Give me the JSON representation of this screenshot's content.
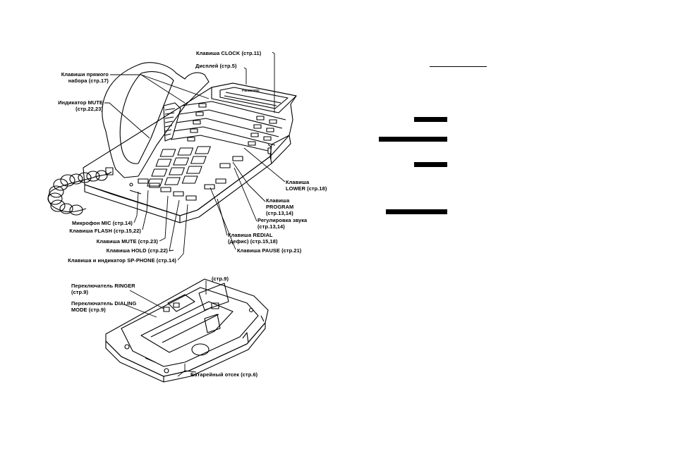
{
  "labels": {
    "clock_key": "Клавиша CLOCK (стр.11)",
    "display": "Дисплей (стр.5)",
    "direct_dial_1": "Клавиши прямого",
    "direct_dial_2": "набора (стр.17)",
    "mute_ind_1": "Индикатор MUTE",
    "mute_ind_2": "(стр.22,23)",
    "lower_1": "Клавиша",
    "lower_2": "LOWER (стр.18)",
    "program_1": "Клавиша",
    "program_2": "PROGRAM",
    "program_3": "(стр.13,14)",
    "volume_1": "Регулировка звука",
    "volume_2": "(стр.13,14)",
    "mic": "Микрофон MIC (стр.14)",
    "flash": "Клавиша FLASH (стр.15,22)",
    "mute_key": "Клавиша MUTE (стр.23)",
    "hold": "Клавиша HOLD (стр.22)",
    "sp_phone": "Клавиша и индикатор SP-PHONE (стр.14)",
    "redial_1": "Клавиша REDIAL",
    "redial_2": "(дефис) (стр.15,18)",
    "pause": "Клавиша PAUSE (стр.21)",
    "ringer_1": "Переключатель RINGER",
    "ringer_2": "(стр.9)",
    "dialing_1": "Переключатель DIALING",
    "dialing_2": "MODE (стр.9)",
    "bottom_ref": "(стр.9)",
    "battery": "Батарейный отсек (стр.6)",
    "brand": "Panasonic"
  }
}
